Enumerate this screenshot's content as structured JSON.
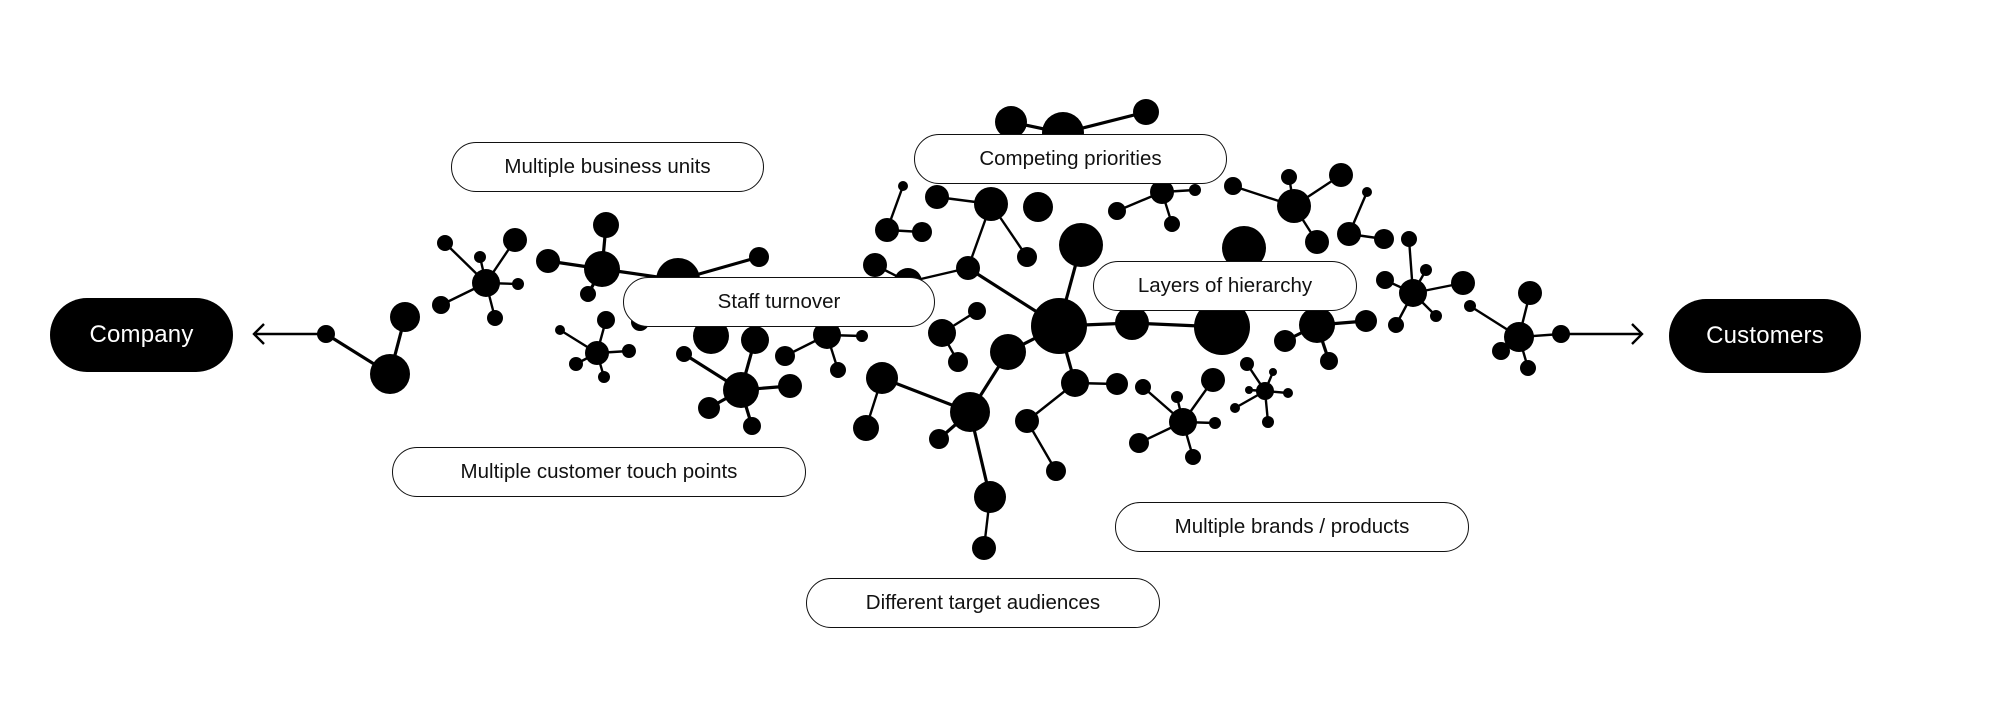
{
  "endpoints": {
    "left": {
      "label": "Company",
      "icon": "arrow-left-icon"
    },
    "right": {
      "label": "Customers",
      "icon": "arrow-right-icon"
    }
  },
  "colors": {
    "node": "#000000",
    "background": "#ffffff",
    "endpoint_fill": "#000000",
    "endpoint_text": "#ffffff",
    "label_border": "#111111",
    "label_text": "#111111"
  },
  "challenges": [
    {
      "id": "business-units",
      "label": "Multiple business units"
    },
    {
      "id": "competing-priorities",
      "label": "Competing priorities"
    },
    {
      "id": "staff-turnover",
      "label": "Staff turnover"
    },
    {
      "id": "layers-of-hierarchy",
      "label": "Layers of hierarchy"
    },
    {
      "id": "customer-touch-points",
      "label": "Multiple customer touch points"
    },
    {
      "id": "brands-products",
      "label": "Multiple brands / products"
    },
    {
      "id": "target-audiences",
      "label": "Different target audiences"
    }
  ]
}
